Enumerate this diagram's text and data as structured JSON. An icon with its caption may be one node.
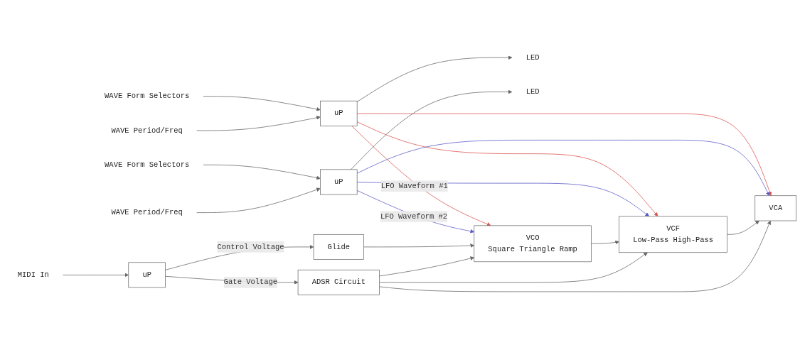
{
  "diagram": {
    "nodes": [
      {
        "text": [
          "WAVE Form Selectors"
        ]
      },
      {
        "text": [
          "WAVE Period/Freq"
        ]
      },
      {
        "text": [
          "uP"
        ]
      },
      {
        "text": [
          "LED"
        ]
      },
      {
        "text": [
          "WAVE Form Selectors"
        ]
      },
      {
        "text": [
          "WAVE Period/Freq"
        ]
      },
      {
        "text": [
          "uP"
        ]
      },
      {
        "text": [
          "LED"
        ]
      },
      {
        "text": [
          "MIDI In"
        ]
      },
      {
        "text": [
          "uP"
        ]
      },
      {
        "text": [
          "Glide"
        ]
      },
      {
        "text": [
          "VCO",
          "Square Triangle Ramp"
        ]
      },
      {
        "text": [
          "VCF",
          "Low-Pass High-Pass"
        ]
      },
      {
        "text": [
          "VCA"
        ]
      },
      {
        "text": [
          "ADSR Circuit"
        ]
      }
    ],
    "edges": [
      {
        "from": 0,
        "to": 2,
        "arrow": "to"
      },
      {
        "from": 1,
        "to": 2,
        "arrow": "to"
      },
      {
        "from": 2,
        "to": 3,
        "arrow": "to"
      },
      {
        "from": 2,
        "to": 11,
        "arrow": "to",
        "label": "LFO Waveform #1",
        "color": "#d9534f"
      },
      {
        "from": 2,
        "to": 12,
        "arrow": "to",
        "color": "#d9534f"
      },
      {
        "from": 2,
        "to": 13,
        "arrow": "to",
        "color": "#d9534f"
      },
      {
        "from": 4,
        "to": 6,
        "arrow": "to"
      },
      {
        "from": 5,
        "to": 6,
        "arrow": "to"
      },
      {
        "from": 6,
        "to": 7,
        "arrow": "to"
      },
      {
        "from": 6,
        "to": 11,
        "arrow": "to",
        "label": "LFO Waveform #2",
        "color": "#5b5bc8"
      },
      {
        "from": 6,
        "to": 12,
        "arrow": "to",
        "color": "#5b5bc8"
      },
      {
        "from": 6,
        "to": 13,
        "arrow": "to",
        "color": "#5b5bc8"
      },
      {
        "from": 8,
        "to": 9,
        "arrow": "to"
      },
      {
        "from": 9,
        "to": 10,
        "arrow": "to",
        "label": "Control Voltage"
      },
      {
        "from": 10,
        "to": 11,
        "arrow": "to"
      },
      {
        "from": 11,
        "to": 12,
        "arrow": "to"
      },
      {
        "from": 12,
        "to": 13,
        "arrow": "to"
      },
      {
        "from": 9,
        "to": 14,
        "arrow": "to",
        "label": "Gate Voltage"
      },
      {
        "from": 14,
        "to": 11,
        "arrow": "to"
      },
      {
        "from": 14,
        "to": 12,
        "arrow": "to"
      },
      {
        "from": 14,
        "to": 13,
        "arrow": "to"
      }
    ]
  }
}
